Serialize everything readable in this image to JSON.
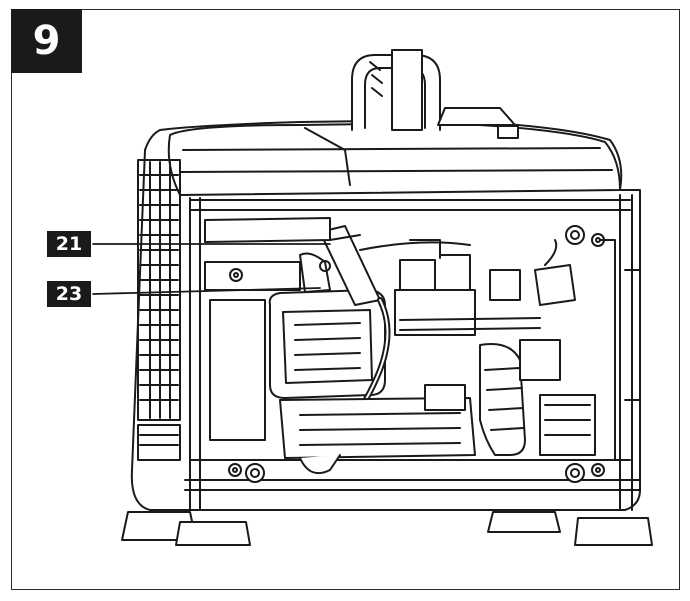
{
  "figure": {
    "number": "9"
  },
  "callouts": [
    {
      "label": "21"
    },
    {
      "label": "23"
    }
  ]
}
